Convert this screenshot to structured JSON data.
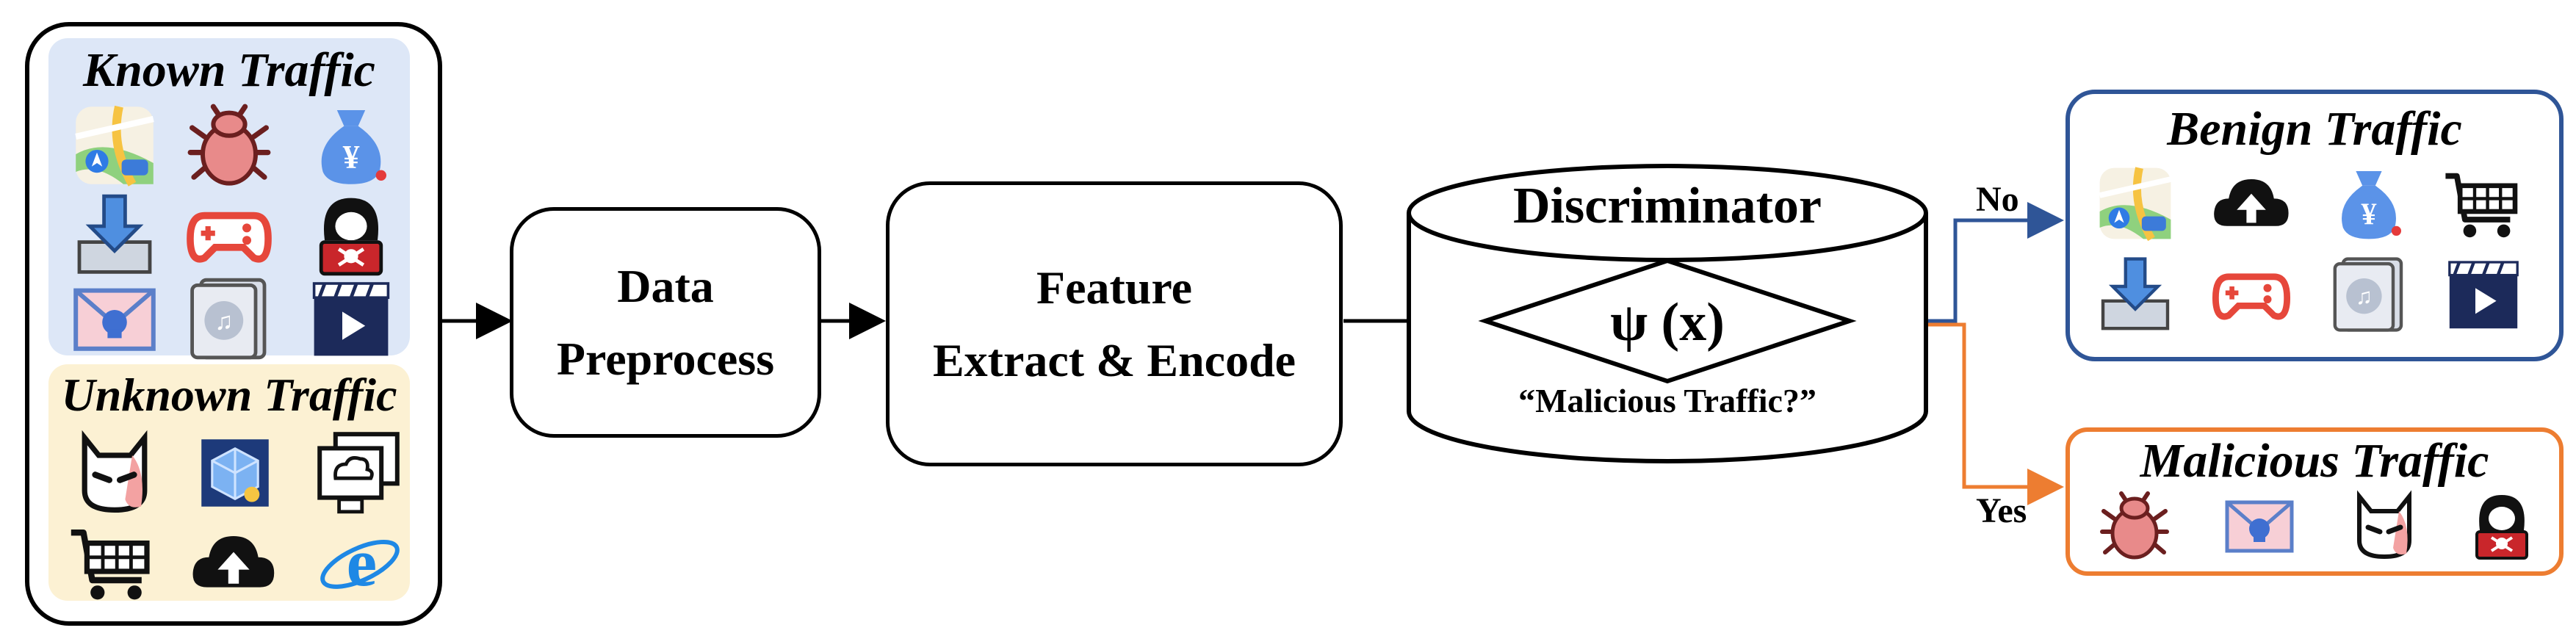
{
  "left_panel": {
    "known_title": "Known Traffic",
    "unknown_title": "Unknown Traffic",
    "known_icons": [
      "maps-app-icon",
      "bug-icon",
      "money-bag-icon",
      "download-tray-icon",
      "gamepad-icon",
      "hacker-icon",
      "mail-skull-icon",
      "music-app-icon",
      "video-player-icon"
    ],
    "unknown_icons": [
      "devil-face-icon",
      "network-cube-icon",
      "remote-desktop-icon",
      "shopping-cart-icon",
      "cloud-upload-icon",
      "internet-explorer-icon"
    ]
  },
  "pipeline": {
    "preprocess_line1": "Data",
    "preprocess_line2": "Preprocess",
    "feature_line1": "Feature",
    "feature_line2": "Extract & Encode",
    "discriminator_title": "Discriminator",
    "function_label": "ψ (x)",
    "question": "“Malicious Traffic?”"
  },
  "branches": {
    "no_label": "No",
    "yes_label": "Yes"
  },
  "outputs": {
    "benign_title": "Benign Traffic",
    "malicious_title": "Malicious Traffic",
    "benign_icons": [
      "maps-app-icon",
      "cloud-upload-icon",
      "money-bag-icon",
      "shopping-cart-icon",
      "download-tray-icon",
      "gamepad-icon",
      "music-app-icon",
      "video-player-icon"
    ],
    "malicious_icons": [
      "bug-icon",
      "mail-skull-icon",
      "devil-face-icon",
      "hacker-icon"
    ]
  },
  "colors": {
    "known_bg": "#dde7f7",
    "unknown_bg": "#fcf1d3",
    "benign_border": "#2f5597",
    "malicious_border": "#ed7d31",
    "no_arrow": "#2f5597",
    "yes_arrow": "#ed7d31"
  }
}
